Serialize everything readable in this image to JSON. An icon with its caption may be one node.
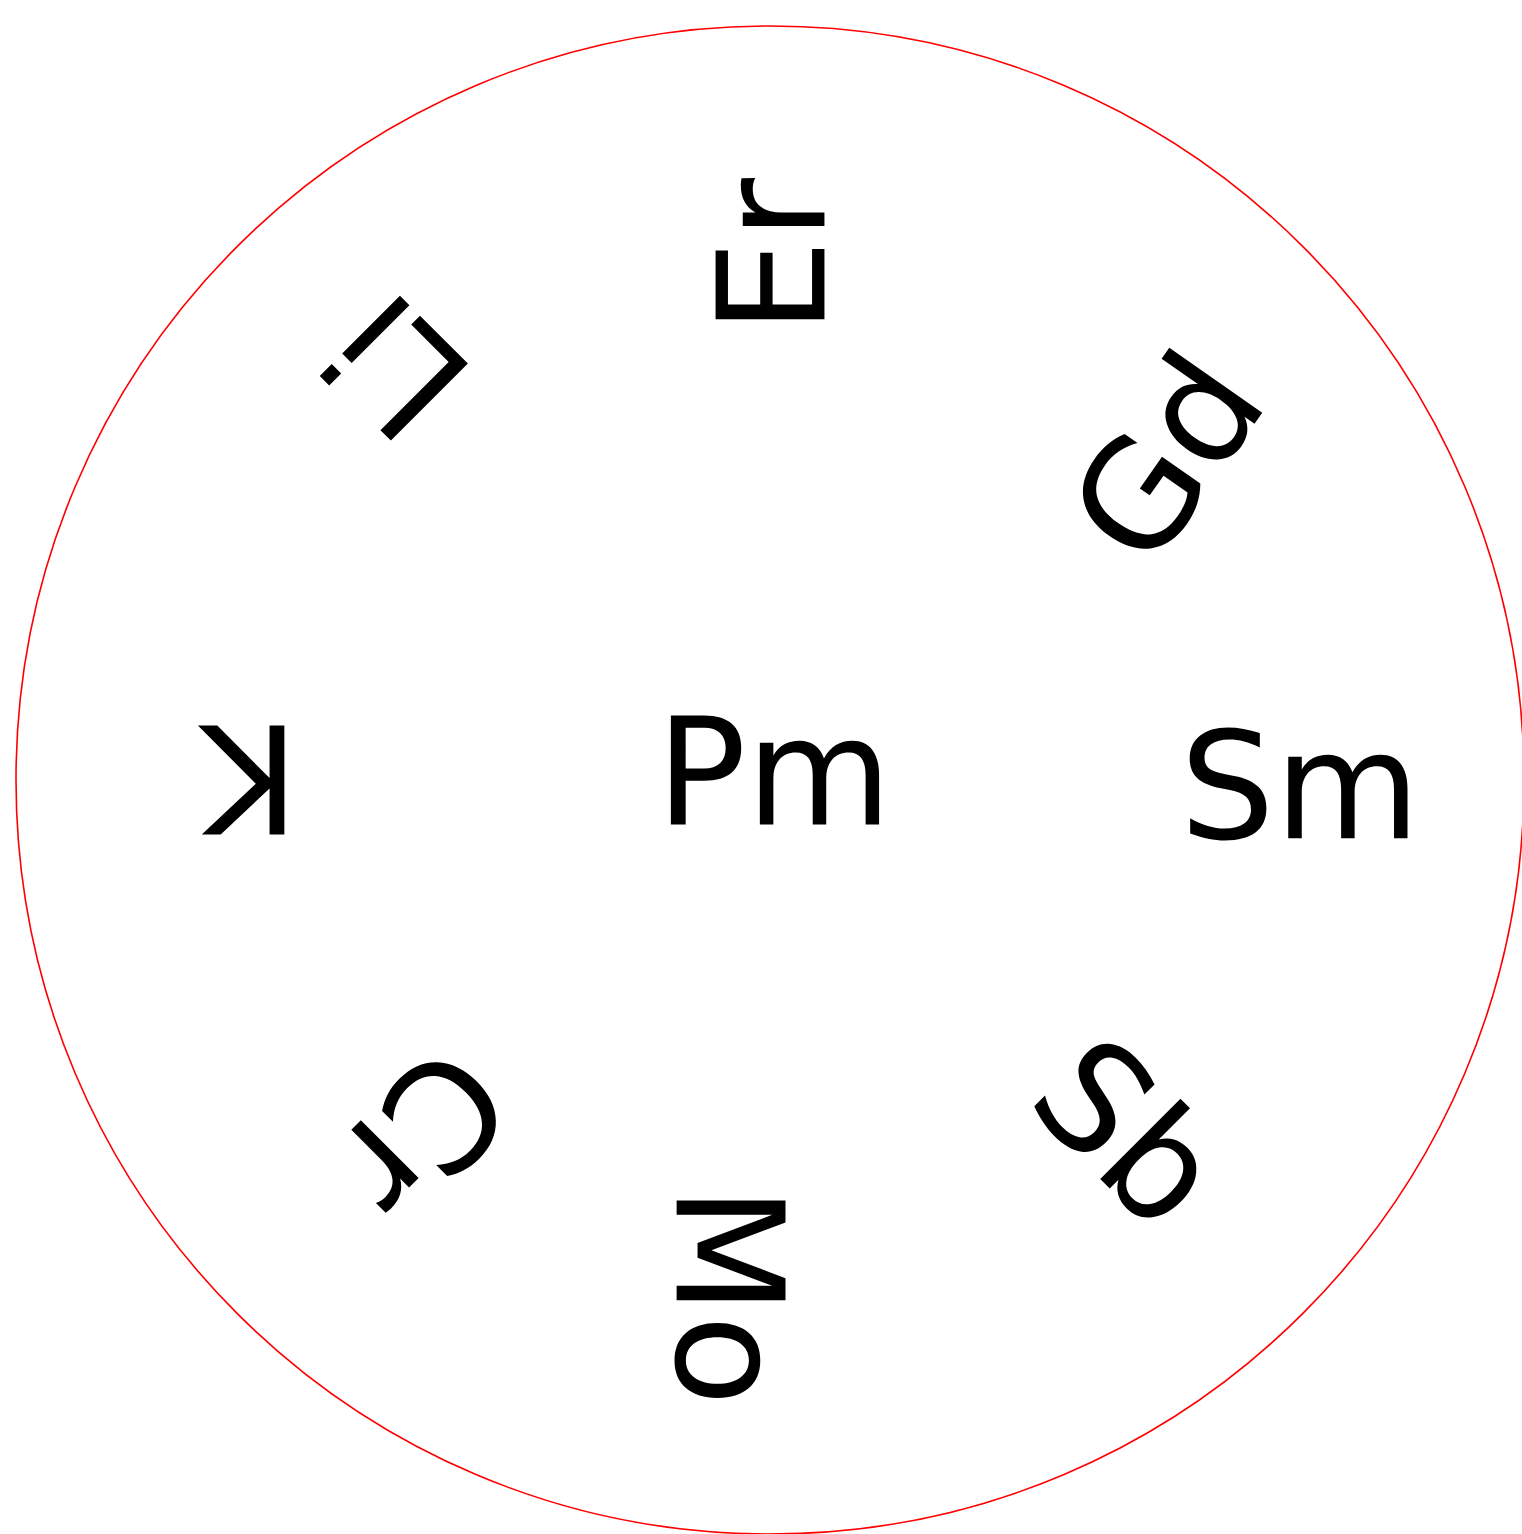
{
  "diagram": {
    "nodes": [
      {
        "text": [
          "Er",
          "Gd",
          "Li",
          "K",
          "Pm",
          "Sm",
          "Cr",
          "Sb",
          "Mo"
        ]
      }
    ]
  }
}
